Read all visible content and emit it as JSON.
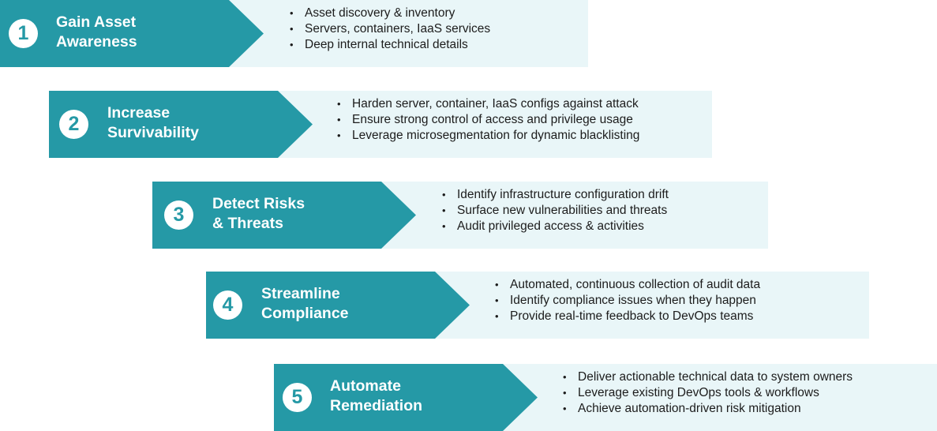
{
  "steps": [
    {
      "number": "1",
      "title_line1": "Gain Asset",
      "title_line2": "Awareness",
      "bullets": [
        "Asset discovery & inventory",
        "Servers, containers, IaaS services",
        "Deep internal technical details"
      ]
    },
    {
      "number": "2",
      "title_line1": "Increase",
      "title_line2": "Survivability",
      "bullets": [
        "Harden server, container, IaaS configs against attack",
        "Ensure strong control of access and privilege usage",
        "Leverage microsegmentation for dynamic blacklisting"
      ]
    },
    {
      "number": "3",
      "title_line1": "Detect Risks",
      "title_line2": "& Threats",
      "bullets": [
        "Identify infrastructure configuration drift",
        "Surface new vulnerabilities and threats",
        "Audit privileged access & activities"
      ]
    },
    {
      "number": "4",
      "title_line1": "Streamline",
      "title_line2": "Compliance",
      "bullets": [
        "Automated, continuous collection of audit data",
        "Identify compliance issues when they happen",
        "Provide real-time feedback to DevOps teams"
      ]
    },
    {
      "number": "5",
      "title_line1": "Automate",
      "title_line2": "Remediation",
      "bullets": [
        "Deliver actionable technical data to system owners",
        "Leverage existing DevOps tools & workflows",
        "Achieve automation-driven risk mitigation"
      ]
    }
  ],
  "colors": {
    "arrow": "#2599a6",
    "panel": "#e9f6f8",
    "text": "#1c1c1c"
  }
}
